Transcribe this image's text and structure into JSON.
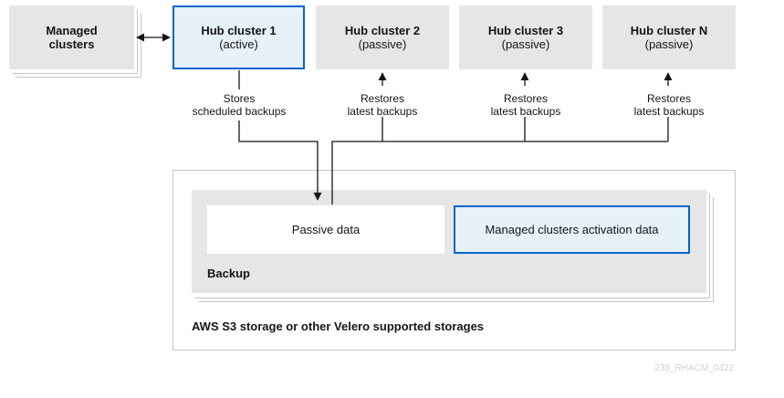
{
  "colors": {
    "panel": "#e6e6e6",
    "active_fill": "#e7f1fa",
    "active_border": "#0066cc",
    "line": "#151515",
    "frame": "#c6c6c6",
    "watermark": "#d2d2d2"
  },
  "managed": {
    "line1": "Managed",
    "line2": "clusters"
  },
  "hubs": [
    {
      "title": "Hub cluster 1",
      "status": "(active)"
    },
    {
      "title": "Hub cluster 2",
      "status": "(passive)"
    },
    {
      "title": "Hub cluster 3",
      "status": "(passive)"
    },
    {
      "title": "Hub cluster N",
      "status": "(passive)"
    }
  ],
  "captions": [
    {
      "line1": "Stores",
      "line2": "scheduled backups"
    },
    {
      "line1": "Restores",
      "line2": "latest backups"
    },
    {
      "line1": "Restores",
      "line2": "latest backups"
    },
    {
      "line1": "Restores",
      "line2": "latest backups"
    }
  ],
  "backup": {
    "passive_data": "Passive data",
    "activation_data": "Managed clusters activation data",
    "label": "Backup"
  },
  "storage_label": "AWS S3 storage or other Velero supported storages",
  "watermark": "235_RHACM_0422"
}
